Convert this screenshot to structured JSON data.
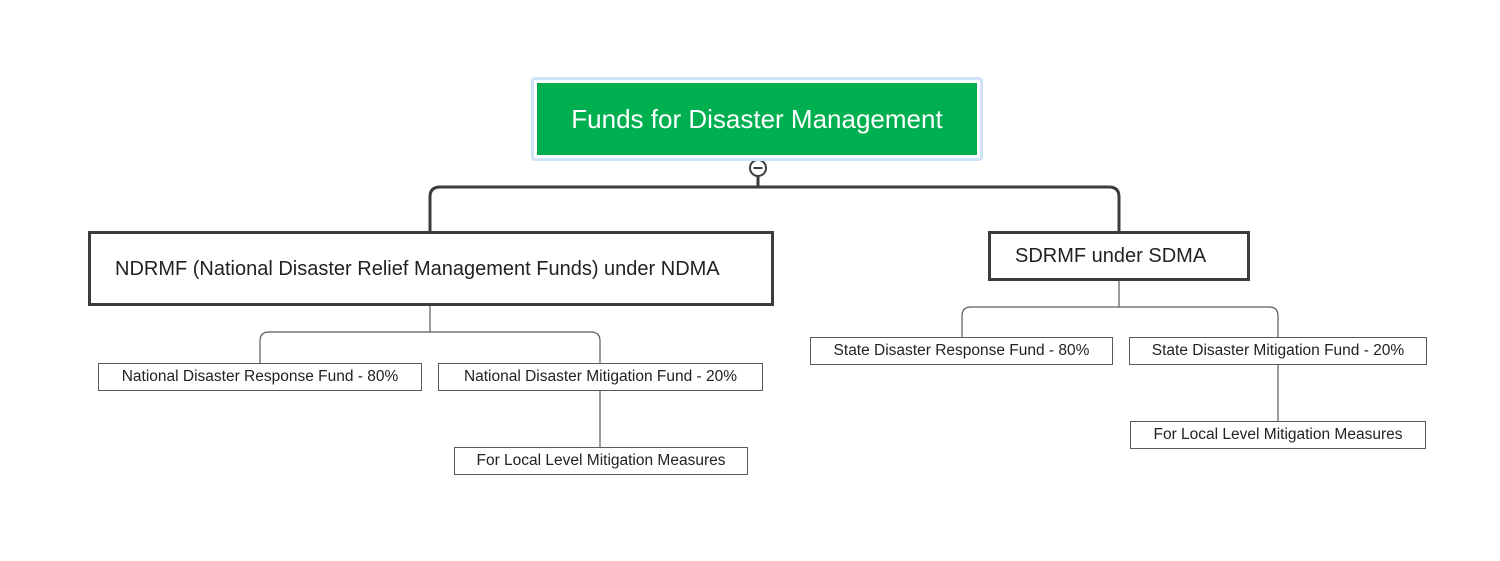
{
  "diagram": {
    "root": {
      "label": "Funds for Disaster Management",
      "fill": "#00b050"
    },
    "collapse_icon": "minus-circle-icon",
    "ndrmf": {
      "label": "NDRMF (National Disaster Relief Management Funds) under NDMA",
      "children": {
        "response": "National Disaster Response Fund - 80%",
        "mitigation": "National Disaster Mitigation Fund - 20%",
        "local": "For Local Level Mitigation Measures"
      }
    },
    "sdrmf": {
      "label": "SDRMF under SDMA",
      "children": {
        "response": "State Disaster Response Fund - 80%",
        "mitigation": "State Disaster Mitigation Fund - 20%",
        "local": "For Local Level Mitigation Measures"
      }
    }
  }
}
